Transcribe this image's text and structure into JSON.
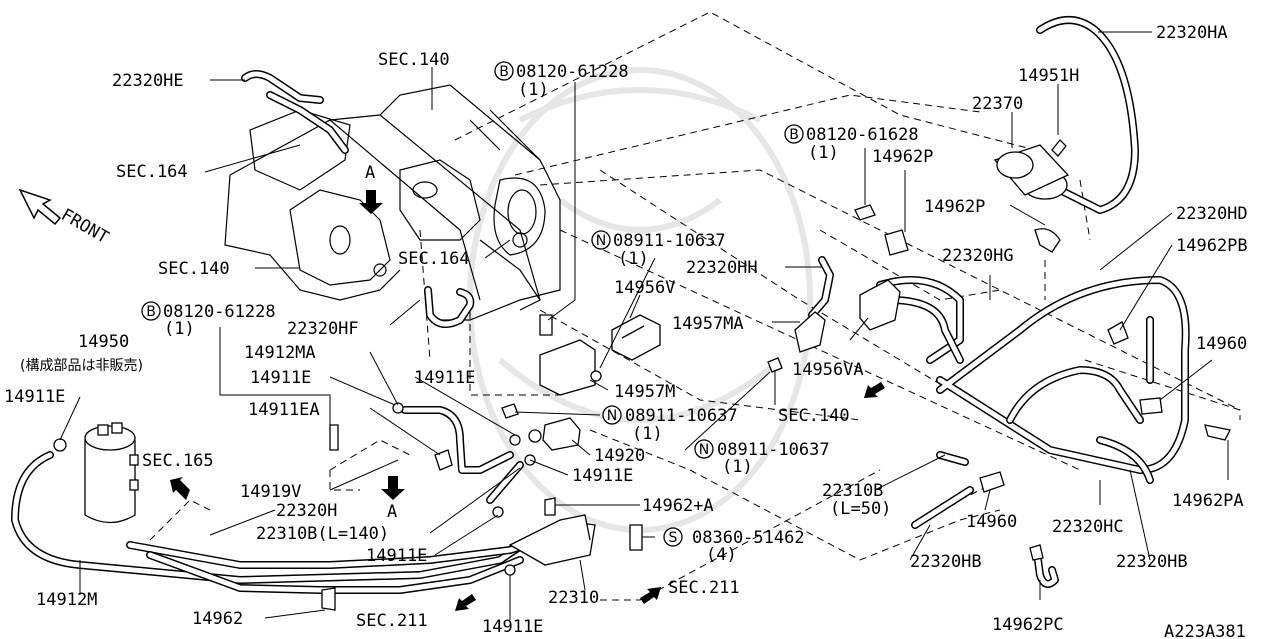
{
  "labels": {
    "l_22320HA": "22320HA",
    "l_22320HE": "22320HE",
    "l_sec140_top": "SEC.140",
    "l_bolt1_code": "08120-61228",
    "l_bolt1_qty": "(1)",
    "l_14951H": "14951H",
    "l_22370": "22370",
    "l_bolt2_code": "08120-61628",
    "l_bolt2_qty": "(1)",
    "l_14962P_a": "14962P",
    "l_sec164_left": "SEC.164",
    "l_A_top": "A",
    "l_front": "FRONT",
    "l_14962P_b": "14962P",
    "l_22320HD": "22320HD",
    "l_sec140_left": "SEC.140",
    "l_sec164_mid": "SEC.164",
    "l_nut1_code": "08911-10637",
    "l_nut1_qty": "(1)",
    "l_22320HH": "22320HH",
    "l_22320HG": "22320HG",
    "l_14962PB": "14962PB",
    "l_14956V": "14956V",
    "l_bolt3_code": "08120-61228",
    "l_bolt3_qty": "(1)",
    "l_22320HF": "22320HF",
    "l_14957MA": "14957MA",
    "l_14950": "14950",
    "l_14950_note": "(構成部品は非販売)",
    "l_14912MA": "14912MA",
    "l_14960_r": "14960",
    "l_14956VA": "14956VA",
    "l_14911E_a": "14911E",
    "l_14911E_b": "14911E",
    "l_14957M": "14957M",
    "l_14911E_left": "14911E",
    "l_14911EA": "14911EA",
    "l_nut2_code": "08911-10637",
    "l_nut2_qty": "(1)",
    "l_sec140_mid": "SEC.140",
    "l_nut3_code": "08911-10637",
    "l_nut3_qty": "(1)",
    "l_sec165": "SEC.165",
    "l_14920": "14920",
    "l_14919V": "14919V",
    "l_14911E_c": "14911E",
    "l_A_bottom": "A",
    "l_22310B": "22310B",
    "l_22310B_len": "(L=50)",
    "l_22320H": "22320H",
    "l_14962A": "14962+A",
    "l_22310B_140": "22310B(L=140)",
    "l_14960_b": "14960",
    "l_22320HC": "22320HC",
    "l_14962PA": "14962PA",
    "l_screw_code": "08360-51462",
    "l_screw_qty": "(4)",
    "l_14911E_d": "14911E",
    "l_14912M": "14912M",
    "l_22320HB_a": "22320HB",
    "l_22320HB_b": "22320HB",
    "l_22310": "22310",
    "l_sec211_r": "SEC.211",
    "l_14962": "14962",
    "l_sec211_l": "SEC.211",
    "l_14911E_e": "14911E",
    "l_14962PC": "14962PC",
    "l_ref": "A223A381"
  },
  "symbols": {
    "bolt": "B",
    "nut": "N",
    "screw": "S"
  }
}
